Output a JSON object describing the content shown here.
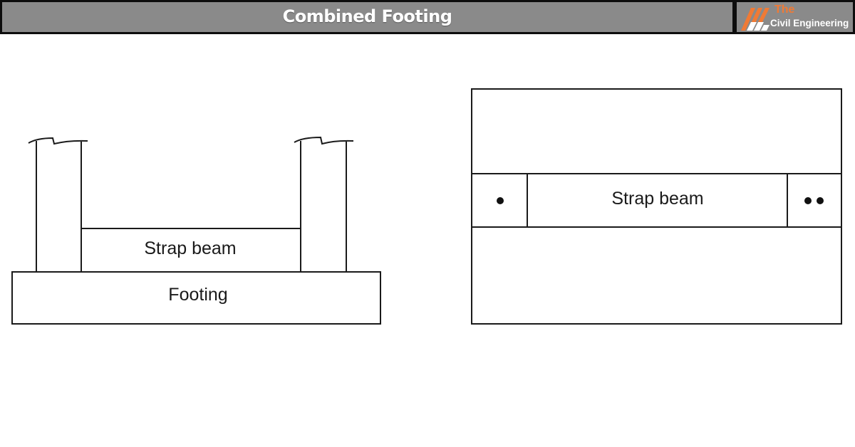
{
  "header": {
    "title": "Combined Footing",
    "background_color": "#8a8a8a",
    "border_color": "#0d0d0d"
  },
  "logo": {
    "line1": "The",
    "line2": "Civil Engineering",
    "accent_color": "#f07a35",
    "icon": "diagonal-stripes-logo-icon"
  },
  "elevation_view": {
    "strap_beam_label": "Strap beam",
    "footing_label": "Footing"
  },
  "plan_view": {
    "strap_beam_label": "Strap beam",
    "left_column_marker": "•",
    "right_column_marker": "••"
  }
}
